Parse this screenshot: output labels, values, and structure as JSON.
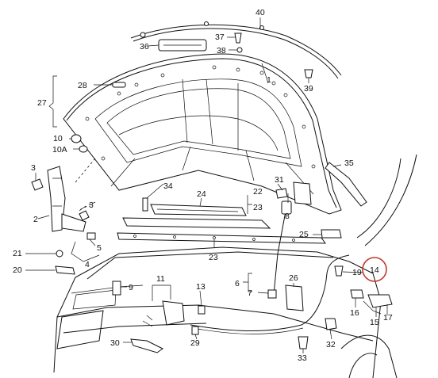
{
  "diagram": {
    "highlight_color": "#c0392b",
    "labels": {
      "l1": "1",
      "l2": "2",
      "l3a": "3",
      "l3b": "3",
      "l4": "4",
      "l5": "5",
      "l6": "6",
      "l7": "7",
      "l8": "8",
      "l9": "9",
      "l10": "10",
      "l10a": "10A",
      "l11": "11",
      "l13": "13",
      "l14": "14",
      "l15": "15",
      "l16": "16",
      "l17": "17",
      "l19": "19",
      "l20": "20",
      "l21": "21",
      "l22": "22",
      "l23a": "23",
      "l23b": "23",
      "l24": "24",
      "l25": "25",
      "l26": "26",
      "l27": "27",
      "l28": "28",
      "l29": "29",
      "l30": "30",
      "l31": "31",
      "l32": "32",
      "l33": "33",
      "l34": "34",
      "l35": "35",
      "l36": "36",
      "l37": "37",
      "l38": "38",
      "l39": "39",
      "l40": "40"
    }
  }
}
